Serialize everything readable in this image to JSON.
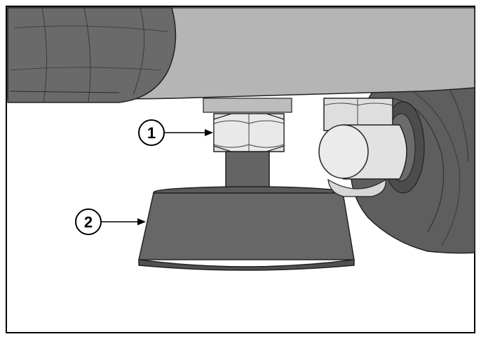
{
  "callouts": [
    {
      "number": "1",
      "target": "lock-nut"
    },
    {
      "number": "2",
      "target": "leveling-foot"
    }
  ],
  "colors": {
    "frame": "#000000",
    "background": "#ffffff",
    "housing": "#b3b3b3",
    "housing-dark": "#6a6a6a",
    "nut": "#e6e6e6",
    "stem": "#626262",
    "foot": "#676767",
    "wheel": "#5a5a5a"
  }
}
